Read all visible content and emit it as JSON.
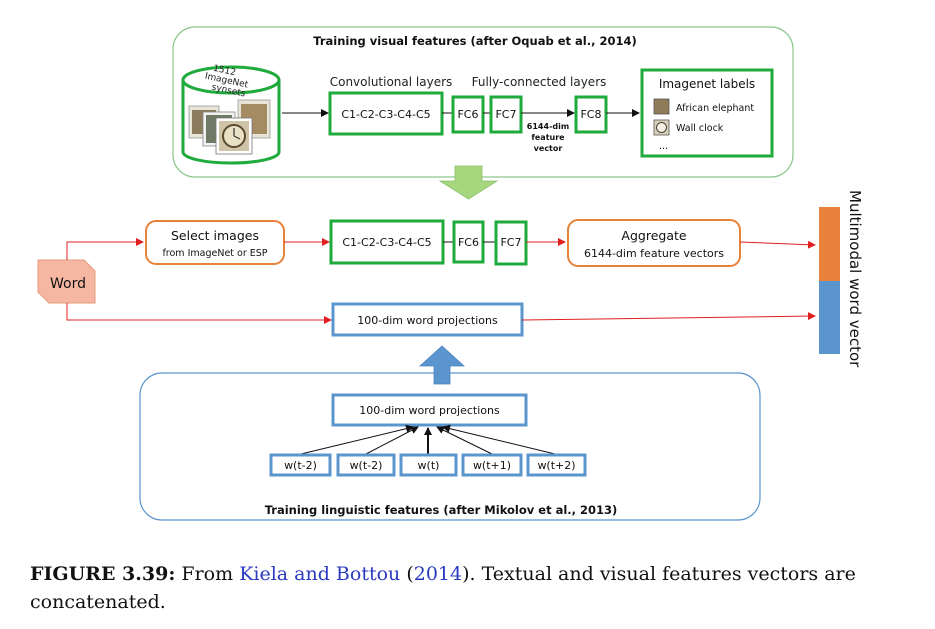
{
  "top_panel": {
    "title": "Training visual features (after Oquab et al., 2014)",
    "db_label": [
      "1512",
      "ImageNet",
      "synsets"
    ],
    "conv_caption": "Convolutional layers",
    "fc_caption": "Fully-connected layers",
    "conv_box": "C1-C2-C3-C4-C5",
    "fc6": "FC6",
    "fc7": "FC7",
    "fc8": "FC8",
    "feature_vec": [
      "6144-dim",
      "feature",
      "vector"
    ],
    "labels_title": "Imagenet labels",
    "labels": [
      "African elephant",
      "Wall clock",
      "..."
    ]
  },
  "middle": {
    "word": "Word",
    "select_title": "Select images",
    "select_sub": "from ImageNet or ESP",
    "conv_box": "C1-C2-C3-C4-C5",
    "fc6": "FC6",
    "fc7": "FC7",
    "aggregate_title": "Aggregate",
    "aggregate_sub": "6144-dim feature vectors",
    "word_proj": "100-dim word projections",
    "multimodal": "Multimodal word vector"
  },
  "bottom_panel": {
    "title": "Training linguistic features (after Mikolov et al., 2013)",
    "proj": "100-dim word projections",
    "context": [
      "w(t-2)",
      "w(t-2)",
      "w(t)",
      "w(t+1)",
      "w(t+2)"
    ]
  },
  "caption": {
    "label": "FIGURE 3.39:",
    "from": "From",
    "authors": "Kiela and Bottou",
    "open": "(",
    "year": "2014",
    "rest": "). Textual and visual features vectors are concatenated."
  },
  "colors": {
    "green": "#1faa3c",
    "blue": "#5b95cd",
    "orange": "#e8823a",
    "red": "#e02020",
    "word_fill": "#f6b7a2"
  }
}
